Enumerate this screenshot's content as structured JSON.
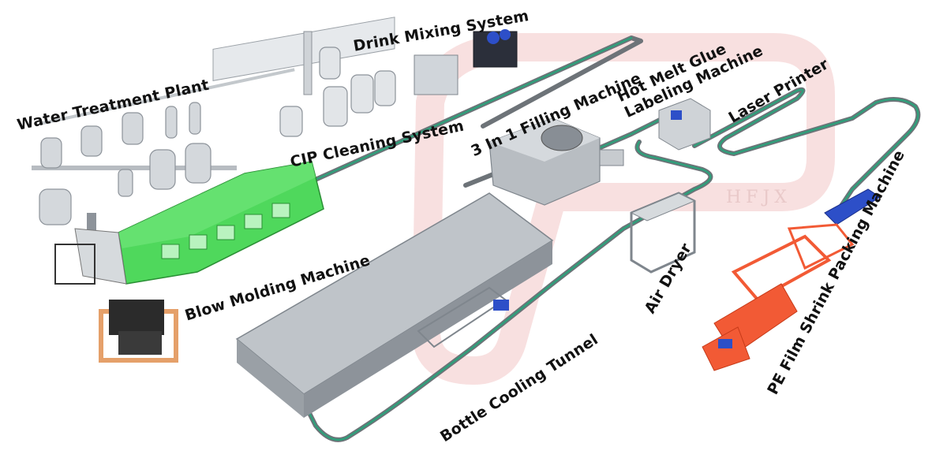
{
  "labels": {
    "water_treatment": "Water Treatment Plant",
    "drink_mixing": "Drink Mixing System",
    "cip_cleaning": "CIP Cleaning System",
    "filling": "3 In 1 Filling Machine",
    "hot_melt_line1": "Hot Melt Glue",
    "hot_melt_line2": "Labeling Machine",
    "laser_printer": "Laser Printer",
    "blow_molding": "Blow Molding Machine",
    "air_dryer": "Air Dryer",
    "cooling_tunnel": "Bottle Cooling Tunnel",
    "shrink_packing": "PE Film Shrink Packing Machine"
  },
  "watermark": "HFJX",
  "colors": {
    "conveyor": "#2f9e7a",
    "steel": "#c9cdd2",
    "steel_dark": "#8d939a",
    "blow_molding": "#4fd85c",
    "shrink_packer": "#f25a35",
    "compressor_frame": "#e5a06a",
    "watermark": "#f2d6d6",
    "accent_blue": "#2d4fc8"
  }
}
